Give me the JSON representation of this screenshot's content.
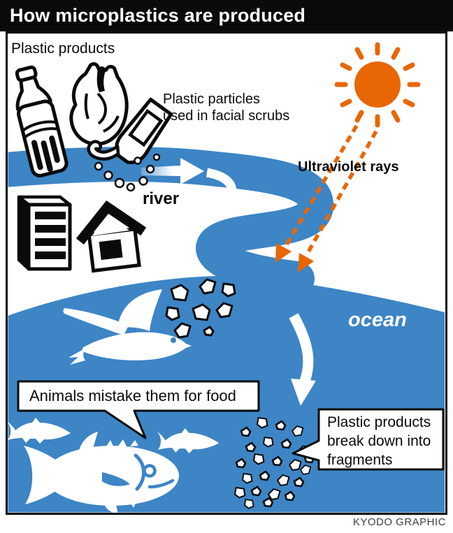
{
  "title": "How microplastics are produced",
  "labels": {
    "plastic_products": "Plastic products",
    "facial_scrubs": "Plastic particles\nused in facial scrubs",
    "ultraviolet_rays": "Ultraviolet rays",
    "river": "river",
    "ocean": "ocean"
  },
  "callouts": {
    "animals": "Animals mistake them for food",
    "fragments": "Plastic products\nbreak down into\nfragments"
  },
  "credit": "KYODO GRAPHIC",
  "colors": {
    "water_blue": "#3d85c5",
    "sun_orange": "#e96604",
    "outline_black": "#0a0a0a",
    "credit_gray": "#3d3d3d",
    "title_bg": "#0a0a0a",
    "title_text": "#ffffff"
  }
}
